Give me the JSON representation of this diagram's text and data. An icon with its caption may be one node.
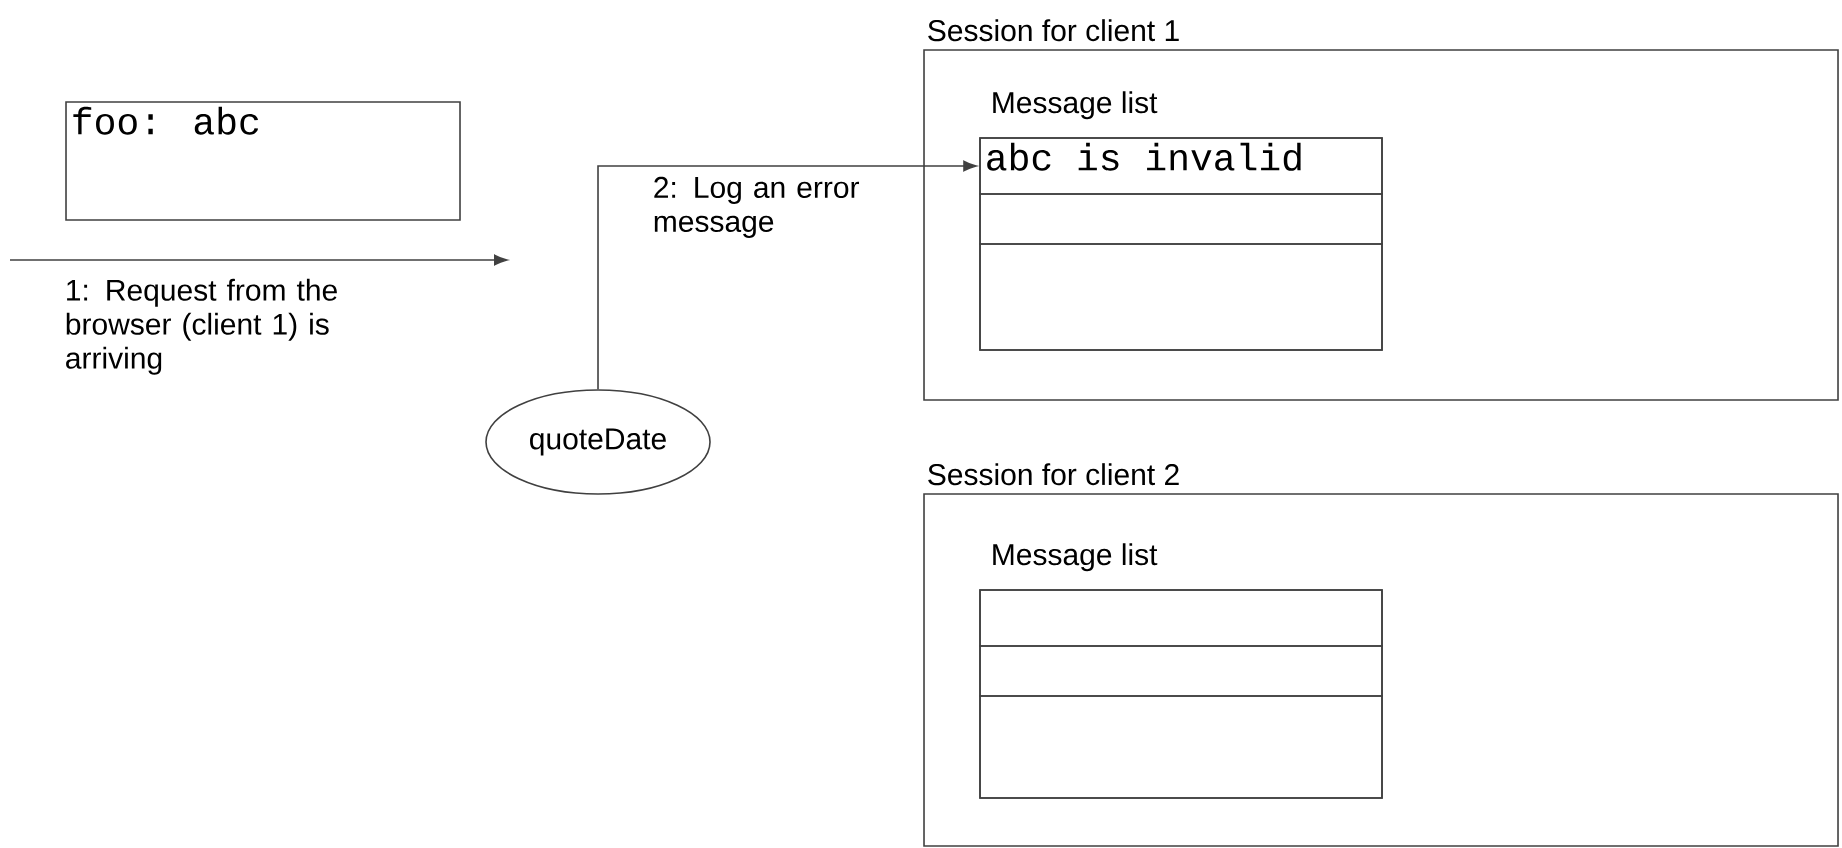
{
  "diagram": {
    "nodes": [
      {
        "text": [
          "foo: abc"
        ]
      },
      {
        "text": [
          "quoteDate"
        ]
      },
      {
        "text": [
          "Session for client 1"
        ]
      },
      {
        "text": [
          "Message list"
        ],
        "in": 2
      },
      {
        "text": [
          "abc is invalid"
        ],
        "in": 3
      },
      {
        "text": [],
        "shape": "box",
        "in": 3
      },
      {
        "text": [],
        "shape": "box",
        "in": 3
      },
      {
        "text": [
          "Session for client 2"
        ]
      },
      {
        "text": [
          "Message list"
        ],
        "in": 7
      },
      {
        "text": [],
        "shape": "box",
        "in": 8
      },
      {
        "text": [],
        "shape": "box",
        "in": 8
      },
      {
        "text": [],
        "shape": "box",
        "in": 8
      }
    ],
    "edges": [
      {
        "from": 1,
        "to": 4,
        "arrow": "to",
        "label": "2: Log an error message"
      }
    ],
    "labels": [
      "1: Request from the browser (client 1) is arriving"
    ]
  }
}
